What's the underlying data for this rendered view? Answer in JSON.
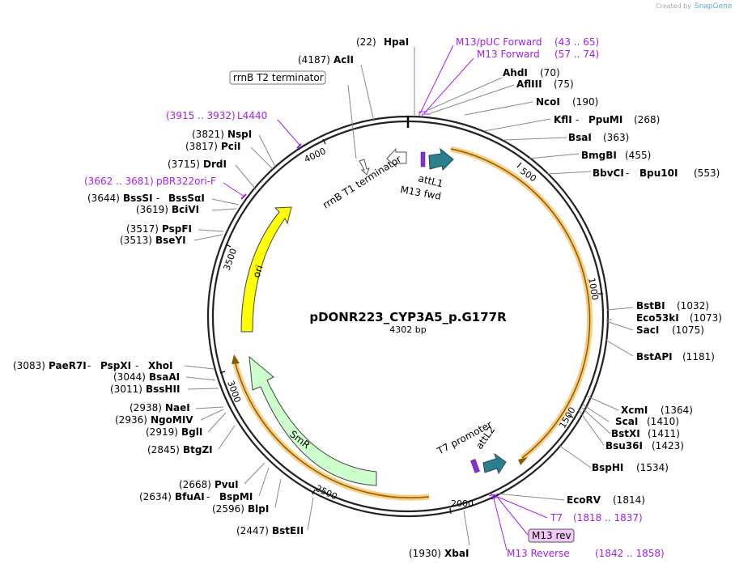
{
  "header": {
    "credit_prefix": "Created by",
    "credit_brand": "SnapGene"
  },
  "plasmid": {
    "name": "pDONR223_CYP3A5_p.G177R",
    "size_label": "4302 bp"
  },
  "ticks": [
    "500",
    "1000",
    "1500",
    "2000",
    "2500",
    "3000",
    "3500",
    "4000"
  ],
  "features": {
    "attL1": "attL1",
    "m13fwd": "M13 fwd",
    "rrnbT1": "rrnB T1 terminator",
    "rrnbT2": "rrnB T2 terminator",
    "ori": "ori",
    "smr": "SmR",
    "t7promoter": "T7 promoter",
    "attL2": "attL2"
  },
  "enzymes_right": [
    {
      "name": "HpaI",
      "pos": "(22)"
    },
    {
      "name": "AhdI",
      "pos": "(70)"
    },
    {
      "name": "AflIII",
      "pos": "(75)"
    },
    {
      "name": "NcoI",
      "pos": "(190)"
    },
    {
      "name": "KflI",
      "sep": " - ",
      "name2": "PpuMI",
      "pos": "(268)"
    },
    {
      "name": "BsaI",
      "pos": "(363)"
    },
    {
      "name": "BmgBI",
      "pos": "(455)"
    },
    {
      "name": "BbvCI",
      "sep": " - ",
      "name2": "Bpu10I",
      "pos": "(553)"
    },
    {
      "name": "BstBI",
      "pos": "(1032)"
    },
    {
      "name": "Eco53kI",
      "pos": "(1073)"
    },
    {
      "name": "SacI",
      "pos": "(1075)"
    },
    {
      "name": "BstAPI",
      "pos": "(1181)"
    },
    {
      "name": "XcmI",
      "pos": "(1364)"
    },
    {
      "name": "ScaI",
      "pos": "(1410)"
    },
    {
      "name": "BstXI",
      "pos": "(1411)"
    },
    {
      "name": "Bsu36I",
      "pos": "(1423)"
    },
    {
      "name": "BspHI",
      "pos": "(1534)"
    },
    {
      "name": "EcoRV",
      "pos": "(1814)"
    },
    {
      "name": "XbaI",
      "pos": "(1930)"
    }
  ],
  "enzymes_left": [
    {
      "name": "AclI",
      "pos": "(4187)"
    },
    {
      "name": "NspI",
      "pos": "(3821)"
    },
    {
      "name": "PciI",
      "pos": "(3817)"
    },
    {
      "name": "DrdI",
      "pos": "(3715)"
    },
    {
      "name": "BssSI",
      "sep": " - ",
      "name2": "BssSαI",
      "pos": "(3644)"
    },
    {
      "name": "BciVI",
      "pos": "(3619)"
    },
    {
      "name": "PspFI",
      "pos": "(3517)"
    },
    {
      "name": "BseYI",
      "pos": "(3513)"
    },
    {
      "name": "PaeR7I",
      "sep": " - ",
      "name2": "PspXI",
      "sep2": " - ",
      "name3": "XhoI",
      "pos": "(3083)"
    },
    {
      "name": "BsaAI",
      "pos": "(3044)"
    },
    {
      "name": "BssHII",
      "pos": "(3011)"
    },
    {
      "name": "NaeI",
      "pos": "(2938)"
    },
    {
      "name": "NgoMIV",
      "pos": "(2936)"
    },
    {
      "name": "BglI",
      "pos": "(2919)"
    },
    {
      "name": "BtgZI",
      "pos": "(2845)"
    },
    {
      "name": "PvuI",
      "pos": "(2668)"
    },
    {
      "name": "BfuAI",
      "sep": " - ",
      "name2": "BspMI",
      "pos": "(2634)"
    },
    {
      "name": "BlpI",
      "pos": "(2596)"
    },
    {
      "name": "BstEII",
      "pos": "(2447)"
    }
  ],
  "primers": [
    {
      "name": "M13/pUC Forward",
      "range": "(43 .. 65)"
    },
    {
      "name": "M13 Forward",
      "range": "(57 .. 74)"
    },
    {
      "name": "L4440",
      "range": "(3915 .. 3932)"
    },
    {
      "name": "pBR322ori-F",
      "range": "(3662 .. 3681)"
    },
    {
      "name": "T7",
      "range": "(1818 .. 1837)"
    },
    {
      "name": "M13 rev",
      "range": ""
    },
    {
      "name": "M13 Reverse",
      "range": "(1842 .. 1858)"
    }
  ],
  "colors": {
    "backbone": "#222222",
    "ori": "#ffff00",
    "smr": "#ccffcc",
    "attL": "#2e7f8e",
    "highlight": "#f7c46a",
    "primer": "#a020f0",
    "arc": "#c8941a"
  }
}
